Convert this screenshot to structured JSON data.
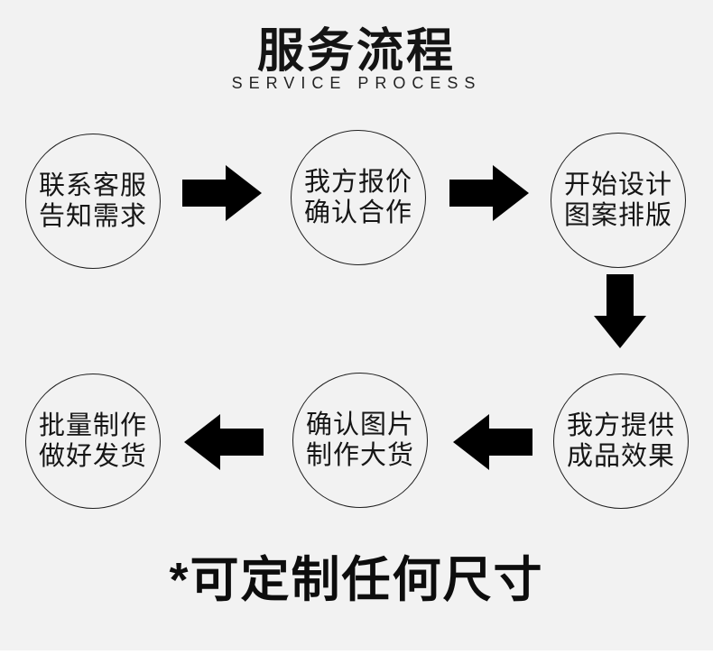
{
  "page": {
    "background_color": "#f2f2f2",
    "ink_color": "#141414",
    "arrow_color": "#000000"
  },
  "header": {
    "title": "服务流程",
    "subtitle": "SERVICE PROCESS"
  },
  "flow": {
    "steps": [
      {
        "line1": "联系客服",
        "line2": "告知需求"
      },
      {
        "line1": "我方报价",
        "line2": "确认合作"
      },
      {
        "line1": "开始设计",
        "line2": "图案排版"
      },
      {
        "line1": "我方提供",
        "line2": "成品效果"
      },
      {
        "line1": "确认图片",
        "line2": "制作大货"
      },
      {
        "line1": "批量制作",
        "line2": "做好发货"
      }
    ],
    "connectors": [
      {
        "from": 1,
        "to": 2,
        "icon": "arrow-right-icon"
      },
      {
        "from": 2,
        "to": 3,
        "icon": "arrow-right-icon"
      },
      {
        "from": 3,
        "to": 4,
        "icon": "arrow-down-icon"
      },
      {
        "from": 4,
        "to": 5,
        "icon": "arrow-left-icon"
      },
      {
        "from": 5,
        "to": 6,
        "icon": "arrow-left-icon"
      }
    ]
  },
  "footer": {
    "note": "*可定制任何尺寸"
  }
}
